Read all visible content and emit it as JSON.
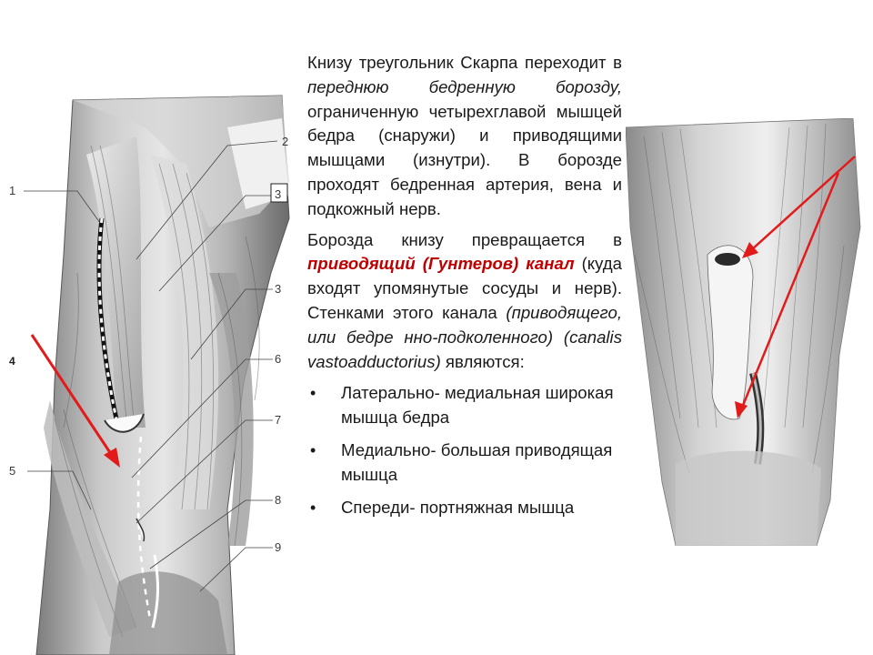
{
  "left_figure": {
    "callouts": [
      "1",
      "2",
      "3",
      "3",
      "4",
      "6",
      "7",
      "5",
      "8",
      "9"
    ]
  },
  "text": {
    "p1": {
      "a": "Книзу треугольник Скарпа переходит в ",
      "b": "переднюю бедренную борозду,",
      "c": " ограниченную четырехглавой мышцей бедра (снаружи) и приводящими мышцами (изнутри). В борозде проходят бедренная артерия, вена и подкожный нерв."
    },
    "p2": {
      "a": "Борозда книзу превращается в ",
      "b": "приводящий (Гунтеров) канал",
      "c": " (куда входят упомянутые сосуды и нерв). Стенками этого канала ",
      "d": "(приводящего, или бедре нно-подколенного) (canalis vastoadductorius)",
      "e": " являются:"
    },
    "bullets": [
      "Латерально- медиальная широкая мышца бедра",
      "Медиально- большая приводящая мышца",
      "Спереди- портняжная мышца"
    ]
  },
  "colors": {
    "accent_red": "#c00000",
    "arrow_red": "#e31a1a",
    "text": "#1a1a1a"
  }
}
